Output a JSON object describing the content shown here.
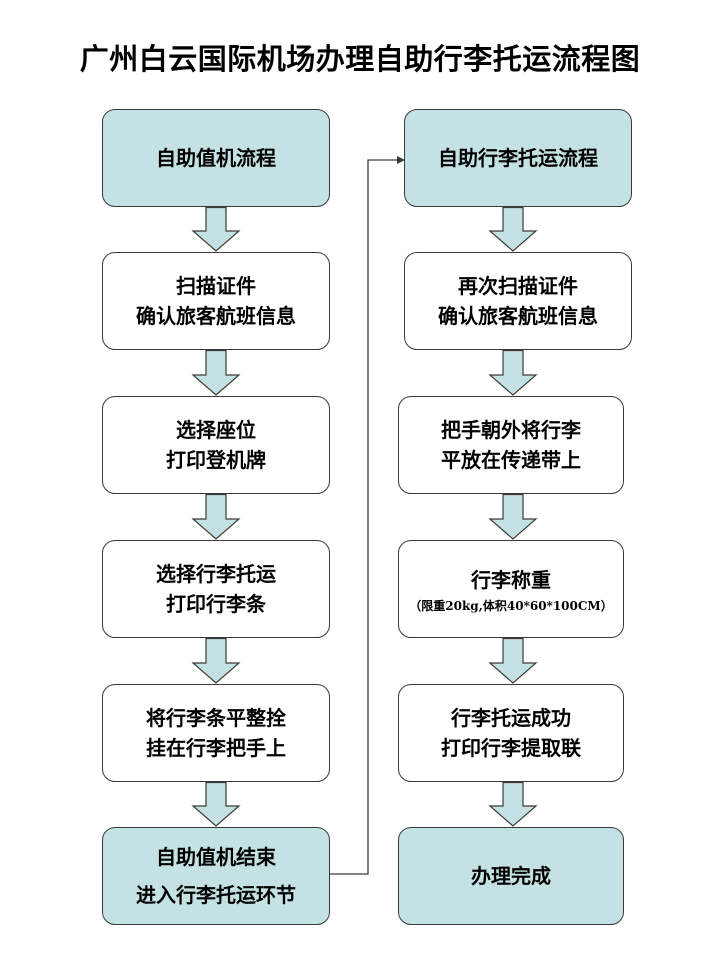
{
  "title": "广州白云国际机场办理自助行李托运流程图",
  "colors": {
    "start_end_fill": "#c4e2e3",
    "step_fill": "#ffffff",
    "arrow_fill": "#c4e2e3",
    "line": "#3a3a3a"
  },
  "left_flow": {
    "header": "自助值机流程",
    "steps": [
      {
        "line1": "扫描证件",
        "line2": "确认旅客航班信息"
      },
      {
        "line1": "选择座位",
        "line2": "打印登机牌"
      },
      {
        "line1": "选择行李托运",
        "line2": "打印行李条"
      },
      {
        "line1": "将行李条平整拴",
        "line2": "挂在行李把手上"
      }
    ],
    "end": {
      "line1": "自助值机结束",
      "line2": "进入行李托运环节"
    }
  },
  "right_flow": {
    "header": "自助行李托运流程",
    "steps": [
      {
        "line1": "再次扫描证件",
        "line2": "确认旅客航班信息"
      },
      {
        "line1": "把手朝外将行李",
        "line2": "平放在传递带上"
      },
      {
        "line1": "行李称重",
        "note": "（限重20kg,体积40*60*100CM）"
      },
      {
        "line1": "行李托运成功",
        "line2": "打印行李提取联"
      }
    ],
    "end": {
      "line1": "办理完成"
    }
  }
}
